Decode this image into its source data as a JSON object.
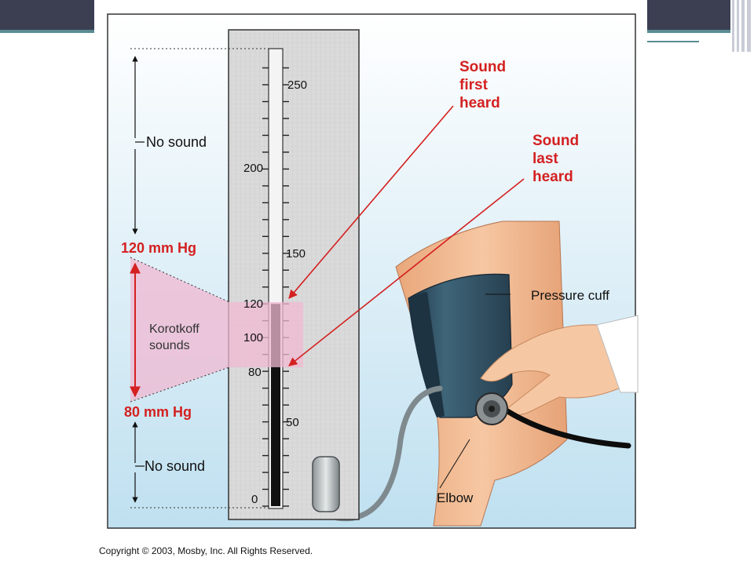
{
  "labels": {
    "no_sound_top": "No sound",
    "pressure_120": "120 mm Hg",
    "korotkoff_line1": "Korotkoff",
    "korotkoff_line2": "sounds",
    "pressure_80": "80 mm Hg",
    "no_sound_bottom": "No sound",
    "sound_first_line1": "Sound",
    "sound_first_line2": "first",
    "sound_first_line3": "heard",
    "sound_last_line1": "Sound",
    "sound_last_line2": "last",
    "sound_last_line3": "heard",
    "pressure_cuff": "Pressure cuff",
    "elbow": "Elbow"
  },
  "manometer_scale": [
    "250",
    "200",
    "150",
    "120",
    "100",
    "80",
    "50",
    "0"
  ],
  "mercury_level_mmHg": 120,
  "copyright": "Copyright © 2003, Mosby, Inc. All Rights Reserved.",
  "colors": {
    "accent_red": "#d42020",
    "korotkoff_band": "#f0b8d2",
    "background_top": "#ffffff",
    "background_bottom": "#bfe0f0",
    "cuff": "#2c4a5c",
    "header_band": "#3c3f52",
    "header_strip": "#5b8c94"
  }
}
